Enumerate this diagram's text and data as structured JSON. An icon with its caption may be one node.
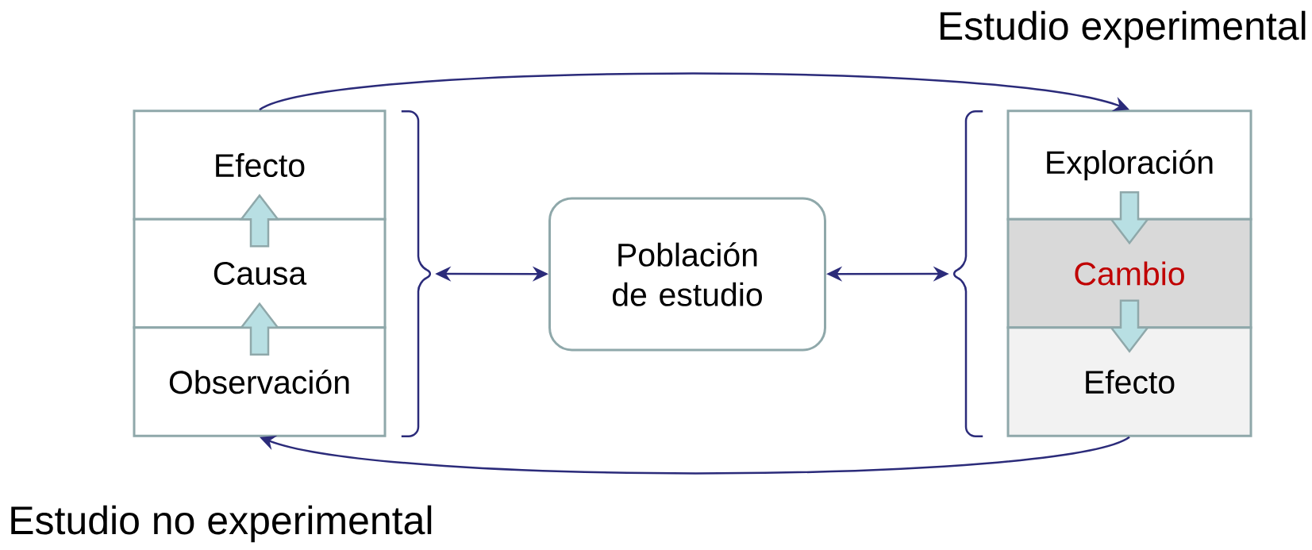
{
  "diagram": {
    "nodes": [
      {
        "text": [
          "Efecto"
        ]
      },
      {
        "text": [
          "Causa"
        ]
      },
      {
        "text": [
          "Observación"
        ]
      },
      {
        "text": [
          "Población de estudio"
        ]
      },
      {
        "text": [
          "Exploración"
        ]
      },
      {
        "text": [
          "Cambio"
        ]
      },
      {
        "text": [
          "Efecto"
        ]
      },
      {
        "text": [],
        "shape": "bracket"
      },
      {
        "text": [],
        "shape": "bracket"
      }
    ],
    "edges": [
      {
        "from": 0,
        "to": 4,
        "arrow": "to"
      },
      {
        "from": 6,
        "to": 2,
        "arrow": "to"
      },
      {
        "from": 2,
        "to": 1,
        "arrow": "to",
        "style": "thick"
      },
      {
        "from": 1,
        "to": 0,
        "arrow": "to",
        "style": "thick"
      },
      {
        "from": 4,
        "to": 5,
        "arrow": "to",
        "style": "thick"
      },
      {
        "from": 5,
        "to": 6,
        "arrow": "to",
        "style": "thick"
      },
      {
        "from": 7,
        "to": 3,
        "arrow": "both"
      },
      {
        "from": 3,
        "to": 8,
        "arrow": "both"
      }
    ],
    "labels": [
      "Estudio experimental",
      "Estudio no experimental"
    ]
  }
}
